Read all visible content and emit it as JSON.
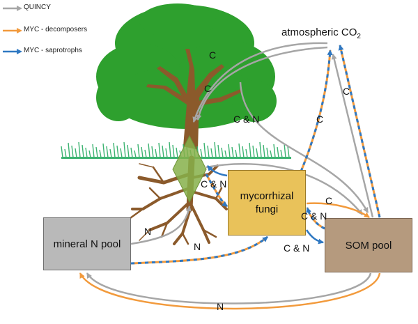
{
  "legend": [
    {
      "label": "QUINCY",
      "color": "#a6a6a6"
    },
    {
      "label": "MYC - decomposers",
      "color": "#f29a3c"
    },
    {
      "label": "MYC - saprotrophs",
      "color": "#2f78c2"
    }
  ],
  "colors": {
    "quincy": "#a6a6a6",
    "decomposers": "#f29a3c",
    "saprotrophs": "#2f78c2",
    "foliage": "#2ea02e",
    "trunk": "#8b5a2b",
    "grass": "#3cb371",
    "mineral_pool": "#b9b9b9",
    "mycorrhizal_fungi": "#e9c25a",
    "som_pool": "#b59a7e"
  },
  "nodes": {
    "atmosphere": {
      "label": "atmospheric CO",
      "subscript": "2"
    },
    "mineral_pool": {
      "label": "mineral N pool"
    },
    "mycorrhizal_fungi": {
      "line1": "mycorrhizal",
      "line2": "fungi"
    },
    "som_pool": {
      "label": "SOM pool"
    }
  },
  "flow_labels": {
    "c_upper": "C",
    "c_lower": "C",
    "c_n_tree": "C & N",
    "c_right": "C",
    "c_far_right": "C",
    "c_n_roots": "C & N",
    "c_som_myc": "C",
    "c_n_myc_som": "C & N",
    "c_n_som_myc": "C & N",
    "n_left_root": "N",
    "n_right_root": "N",
    "n_bottom": "N"
  }
}
